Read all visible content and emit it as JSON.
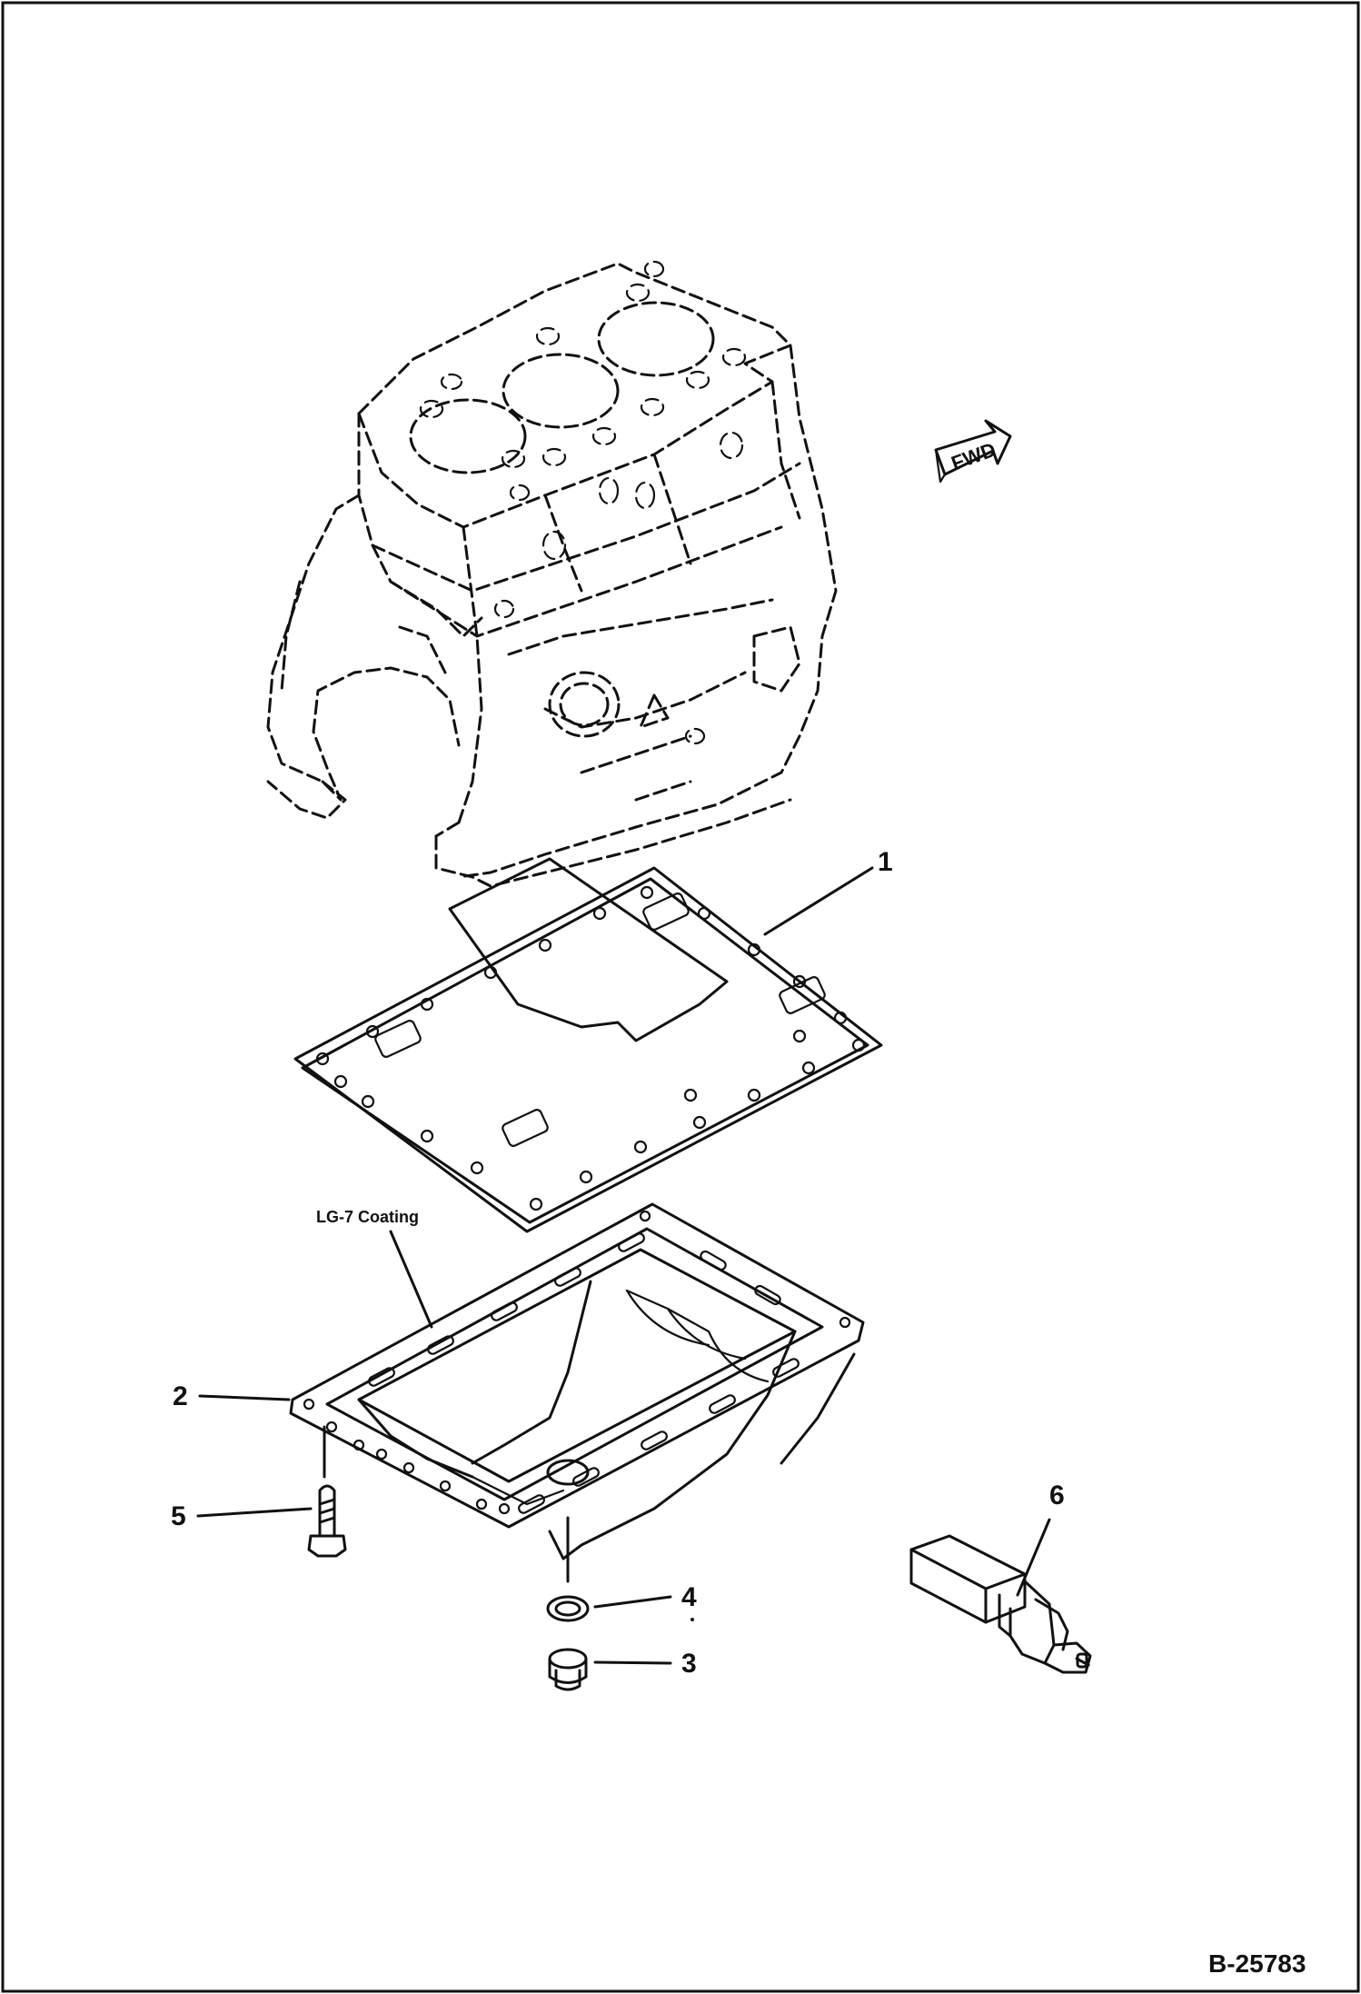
{
  "diagram": {
    "callouts": {
      "p1": "1",
      "p2": "2",
      "p3": "3",
      "p4": "4",
      "p5": "5",
      "p6": "6"
    },
    "note": "LG-7 Coating",
    "fwd_label": "FWD",
    "drawing_number": "B-25783"
  }
}
